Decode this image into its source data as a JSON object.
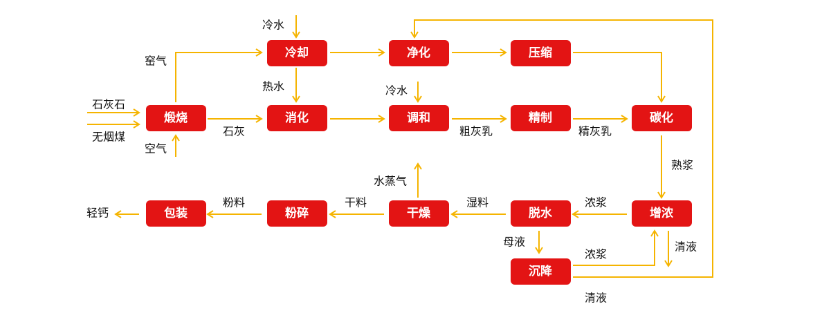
{
  "diagram": {
    "colors": {
      "node_fill": "#e31414",
      "node_text": "#ffffff",
      "arrow": "#f5b400",
      "label_text": "#111111"
    },
    "nodes": [
      {
        "id": "calcine",
        "label": "煅烧"
      },
      {
        "id": "cool",
        "label": "冷却"
      },
      {
        "id": "purify",
        "label": "净化"
      },
      {
        "id": "compress",
        "label": "压缩"
      },
      {
        "id": "slake",
        "label": "消化"
      },
      {
        "id": "blend",
        "label": "调和"
      },
      {
        "id": "refine",
        "label": "精制"
      },
      {
        "id": "carbonize",
        "label": "碳化"
      },
      {
        "id": "package",
        "label": "包装"
      },
      {
        "id": "crush",
        "label": "粉碎"
      },
      {
        "id": "dry",
        "label": "干燥"
      },
      {
        "id": "dewater",
        "label": "脱水"
      },
      {
        "id": "thicken",
        "label": "增浓"
      },
      {
        "id": "settle",
        "label": "沉降"
      }
    ],
    "labels": [
      {
        "id": "limestone",
        "text": "石灰石"
      },
      {
        "id": "anthracite",
        "text": "无烟煤"
      },
      {
        "id": "kiln-gas",
        "text": "窑气"
      },
      {
        "id": "air",
        "text": "空气"
      },
      {
        "id": "cold-water-1",
        "text": "冷水"
      },
      {
        "id": "hot-water",
        "text": "热水"
      },
      {
        "id": "lime",
        "text": "石灰"
      },
      {
        "id": "cold-water-2",
        "text": "冷水"
      },
      {
        "id": "coarse-milk",
        "text": "粗灰乳"
      },
      {
        "id": "fine-milk",
        "text": "精灰乳"
      },
      {
        "id": "cooked-slurry",
        "text": "熟浆"
      },
      {
        "id": "thick-slurry-1",
        "text": "浓浆"
      },
      {
        "id": "wet-material",
        "text": "湿料"
      },
      {
        "id": "steam",
        "text": "水蒸气"
      },
      {
        "id": "dry-material",
        "text": "干料"
      },
      {
        "id": "powder",
        "text": "粉料"
      },
      {
        "id": "light-calcium",
        "text": "轻钙"
      },
      {
        "id": "mother-liquor",
        "text": "母液"
      },
      {
        "id": "clear-liquid-1",
        "text": "清液"
      },
      {
        "id": "thick-slurry-2",
        "text": "浓浆"
      },
      {
        "id": "clear-liquid-2",
        "text": "清液"
      }
    ]
  }
}
